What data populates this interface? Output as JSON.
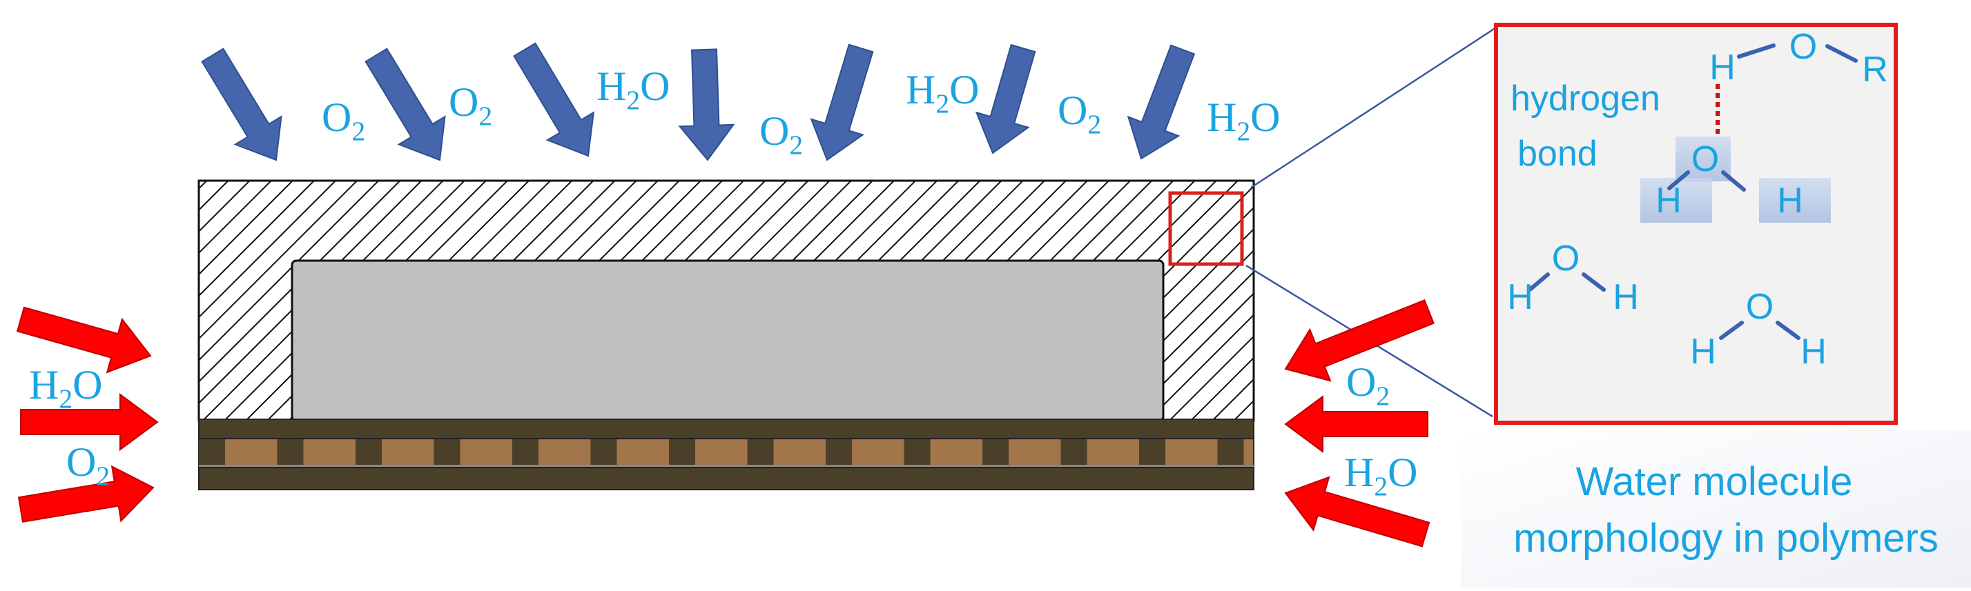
{
  "colors": {
    "blue_arrow": "#4565ad",
    "red_arrow": "#ff0000",
    "label_cyan": "#1aa3e0",
    "inset_border": "#e21b1b",
    "molecule_blue": "#2a6ac8",
    "hbond_red": "#cc1111",
    "encapsulant": "#c0c0c0",
    "substrate_dark": "#4a4029",
    "substrate_light": "#a2754a"
  },
  "top_labels": [
    {
      "base": "O",
      "sub": "2"
    },
    {
      "base": "O",
      "sub": "2"
    },
    {
      "base": "H",
      "sub": "2",
      "tail": "O"
    },
    {
      "base": "O",
      "sub": "2"
    },
    {
      "base": "H",
      "sub": "2",
      "tail": "O"
    },
    {
      "base": "O",
      "sub": "2"
    },
    {
      "base": "H",
      "sub": "2",
      "tail": "O"
    }
  ],
  "left_labels": [
    {
      "base": "H",
      "sub": "2",
      "tail": "O"
    },
    {
      "base": "O",
      "sub": "2"
    }
  ],
  "right_labels": [
    {
      "base": "O",
      "sub": "2"
    },
    {
      "base": "H",
      "sub": "2",
      "tail": "O"
    }
  ],
  "inset": {
    "hbond_text": "hydrogen",
    "hbond_text2": "bond",
    "atoms": {
      "H": "H",
      "O": "O",
      "R": "R"
    }
  },
  "caption": {
    "line1": "Water molecule",
    "line2": "morphology in polymers"
  }
}
